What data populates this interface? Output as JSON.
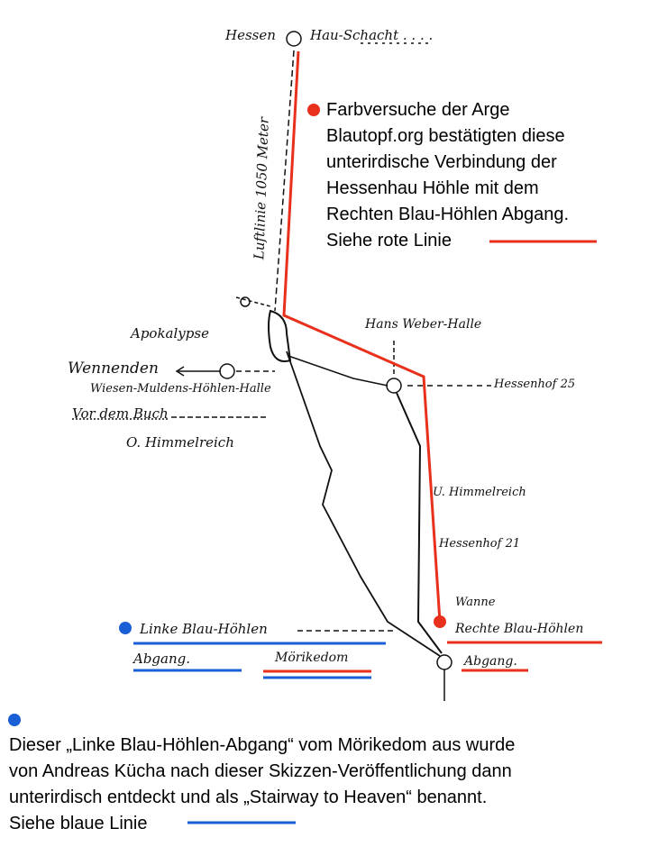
{
  "colors": {
    "red": "#e8301c",
    "blue": "#1a5fd6",
    "ink": "#111111"
  },
  "sketch_labels": {
    "hessen": "Hessen",
    "hau_schacht": "Hau-Schacht . . . .",
    "luftlinie": "Luftlinie 1050 Meter",
    "apokalypse": "Apokalypse",
    "wennenden": "Wennenden",
    "wiesen": "Wiesen-Muldens-Höhlen-Halle",
    "vor_dem_buch": "Vor dem Buch",
    "o_himmelreich": "O. Himmelreich",
    "hans_weber": "Hans Weber-Halle",
    "hessenhof25": "Hessenhof 25",
    "u_himmelreich": "U. Himmelreich",
    "hessenhof21": "Hessenhof 21",
    "wanne": "Wanne",
    "rechte": "Rechte Blau-Höhlen",
    "abgang_right": "Abgang.",
    "linke": "Linke Blau-Höhlen",
    "abgang_left": "Abgang.",
    "moerikedom": "Mörikedom"
  },
  "red_note": {
    "lines": [
      "Farbversuche der Arge",
      "Blautopf.org bestätigten diese",
      "unterirdische Verbindung der",
      "Hessenhau Höhle mit dem",
      "Rechten Blau-Höhlen Abgang.",
      "Siehe rote Linie"
    ]
  },
  "blue_note": {
    "lines": [
      "Dieser „Linke Blau-Höhlen-Abgang“ vom Mörikedom aus wurde",
      "von Andreas Kücha nach dieser Skizzen-Veröffentlichung dann",
      "unterirdisch entdeckt und als „Stairway to Heaven“ benannt.",
      "Siehe blaue Linie"
    ]
  }
}
